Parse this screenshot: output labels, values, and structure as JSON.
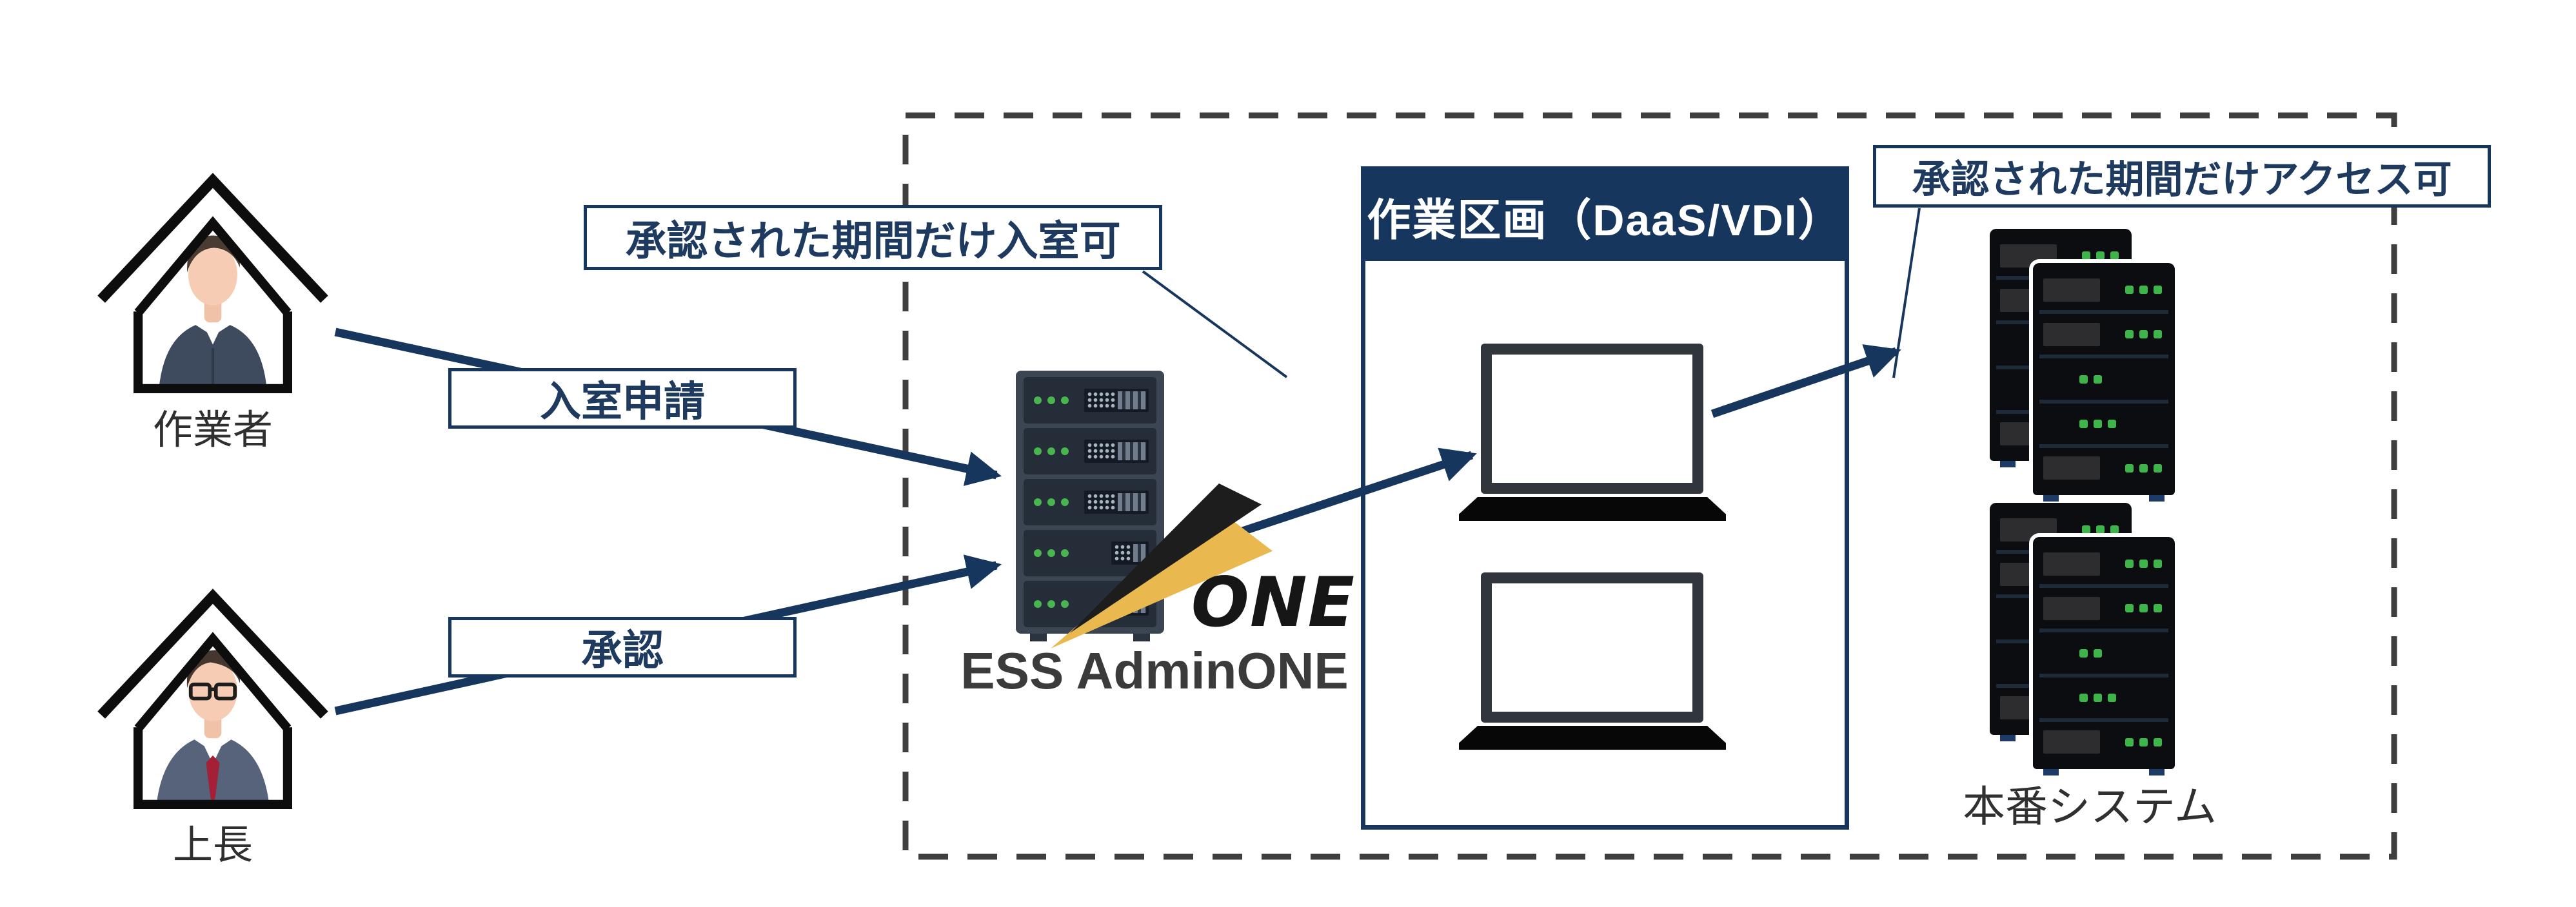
{
  "actors": {
    "worker": {
      "label": "作業者"
    },
    "supervisor": {
      "label": "上長"
    }
  },
  "flow_labels": {
    "entry_request": "入室申請",
    "approval": "承認"
  },
  "callouts": {
    "entry": "承認された期間だけ入室可",
    "access": "承認された期間だけアクセス可"
  },
  "work_area": {
    "title": "作業区画（DaaS/VDI）"
  },
  "ess": {
    "logo_text": "ONE",
    "label": "ESS AdminONE"
  },
  "production": {
    "label": "本番システム"
  },
  "colors": {
    "navy": "#17365d",
    "text_navy": "#1e3a5f",
    "dashed_gray": "#3f3f3f",
    "logo_gold": "#e9b94f",
    "logo_black": "#1d1d1d",
    "led_green": "#3db54b",
    "server_body": "#3c4653",
    "rack_black": "#0c0d10",
    "white": "#ffffff"
  },
  "icons": {
    "ess_units": [
      "wide",
      "wide",
      "wide",
      "narrow",
      "narrow"
    ],
    "prod_rack_slots": [
      {
        "plate": true,
        "leds": 3
      },
      {
        "plate": true,
        "leds": 3
      },
      {
        "plate": false,
        "leds": 2
      },
      {
        "plate": false,
        "leds": 3
      },
      {
        "plate": true,
        "leds": 3
      }
    ]
  }
}
